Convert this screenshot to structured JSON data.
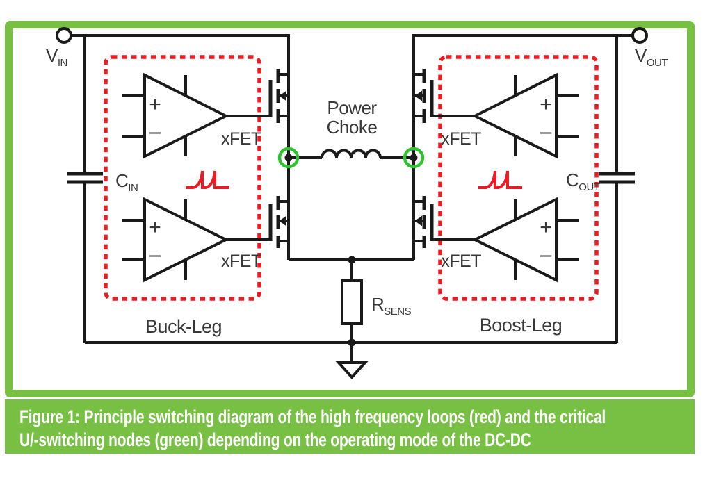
{
  "colors": {
    "frame_green": "#77c043",
    "node_green": "#2fc12f",
    "loop_red": "#ed1c24",
    "leg_label_red": "#e8233d",
    "line_black": "#1a1a1a",
    "text_gray": "#383838"
  },
  "terminals": {
    "vin": {
      "base": "V",
      "sub": "IN"
    },
    "vout": {
      "base": "V",
      "sub": "OUT"
    }
  },
  "capacitors": {
    "cin": {
      "base": "C",
      "sub": "IN"
    },
    "cout": {
      "base": "C",
      "sub": "OUT"
    }
  },
  "sense_resistor": {
    "base": "R",
    "sub": "SENS"
  },
  "inductor": {
    "label_line1": "Power",
    "label_line2": "Choke"
  },
  "legs": {
    "buck": "Buck-Leg",
    "boost": "Boost-Leg"
  },
  "fets": {
    "buck_high": "xFET",
    "buck_low": "xFET",
    "boost_high": "xFET",
    "boost_low": "xFET"
  },
  "opamp": {
    "plus": "+",
    "minus": "–"
  },
  "caption": {
    "line1": "Figure 1: Principle switching diagram of the high frequency loops (red) and the critical",
    "line2": "U/-switching nodes (green) depending on the operating mode of the DC-DC"
  }
}
